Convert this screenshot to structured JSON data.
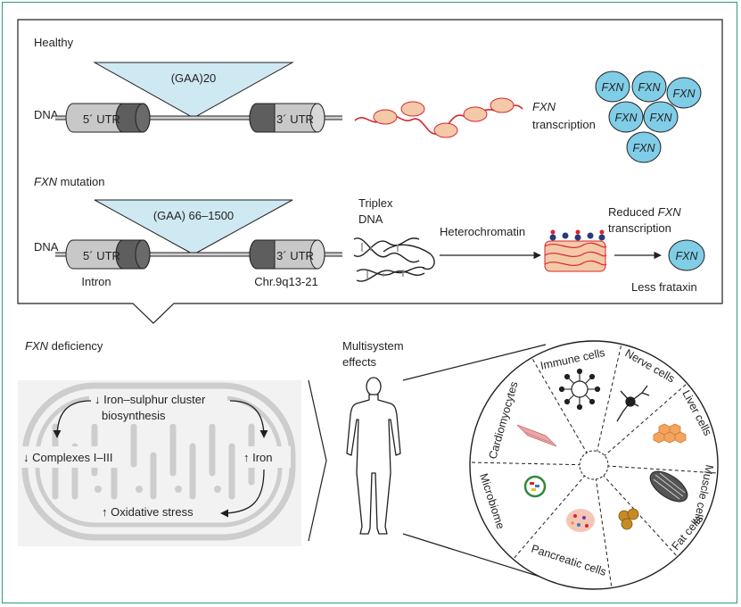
{
  "healthy": {
    "title": "Healthy",
    "repeat": "(GAA)20",
    "dna_label": "DNA",
    "utr5": "5´ UTR",
    "utr3": "3´ UTR",
    "transcription_gene": "FXN",
    "transcription_word": "transcription",
    "protein_label": "FXN"
  },
  "mutation": {
    "title_gene": "FXN",
    "title_rest": " mutation",
    "repeat": "(GAA) 66–1500",
    "dna_label": "DNA",
    "utr5": "5´ UTR",
    "utr3": "3´ UTR",
    "intron": "Intron",
    "chromosome": "Chr.9q13-21",
    "triplex_line1": "Triplex",
    "triplex_line2": "DNA",
    "heterochromatin": "Heterochromatin",
    "reduced_line1_a": "Reduced ",
    "reduced_line1_b": "FXN",
    "reduced_line2": "transcription",
    "protein_label": "FXN",
    "less_frataxin": "Less frataxin"
  },
  "deficiency": {
    "title_gene": "FXN",
    "title_rest": " deficiency",
    "iron_sulphur_line1": "↓ Iron–sulphur cluster",
    "iron_sulphur_line2": "biosynthesis",
    "complexes": "↓ Complexes I–III",
    "iron": "↑ Iron",
    "oxidative": "↑ Oxidative stress"
  },
  "multisystem": {
    "line1": "Multisystem",
    "line2": "effects",
    "cells": [
      "Immune cells",
      "Nerve cells",
      "Liver cells",
      "Muscle cells",
      "Fat cells",
      "Pancreatic cells",
      "Microbiome",
      "Cardiomyocytes"
    ]
  },
  "colors": {
    "border": "#2e9a7c",
    "protein_fill": "#7fcde6",
    "triangle_fill": "#cfe9f3",
    "chromatin_red": "#d7262d",
    "nucleosome": "#f3c9a8",
    "cylinder": "#c8c8c8",
    "cylinder_dark": "#5e5e5e"
  }
}
